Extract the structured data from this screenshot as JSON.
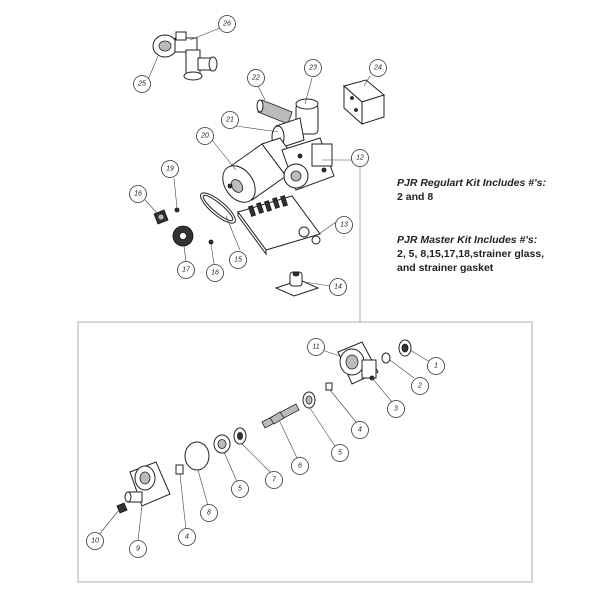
{
  "callouts": {
    "c1": "1",
    "c2": "2",
    "c3": "3",
    "c4a": "4",
    "c4b": "4",
    "c5a": "5",
    "c5b": "5",
    "c6": "6",
    "c7": "7",
    "c8": "8",
    "c9": "9",
    "c10": "10",
    "c11": "11",
    "c12": "12",
    "c13": "13",
    "c14": "14",
    "c15": "15",
    "c16a": "16",
    "c16b": "16",
    "c17": "17",
    "c19": "19",
    "c20": "20",
    "c21": "21",
    "c22": "22",
    "c23": "23",
    "c24": "24",
    "c25": "25",
    "c26": "26"
  },
  "kits": {
    "regular": {
      "title": "PJR Regulart Kit Includes #'s:",
      "items": "2 and 8"
    },
    "master": {
      "title": "PJR Master Kit Includes #'s:",
      "items_line1": "2, 5, 8,15,17,18,strainer glass,",
      "items_line2": "and strainer gasket"
    }
  }
}
